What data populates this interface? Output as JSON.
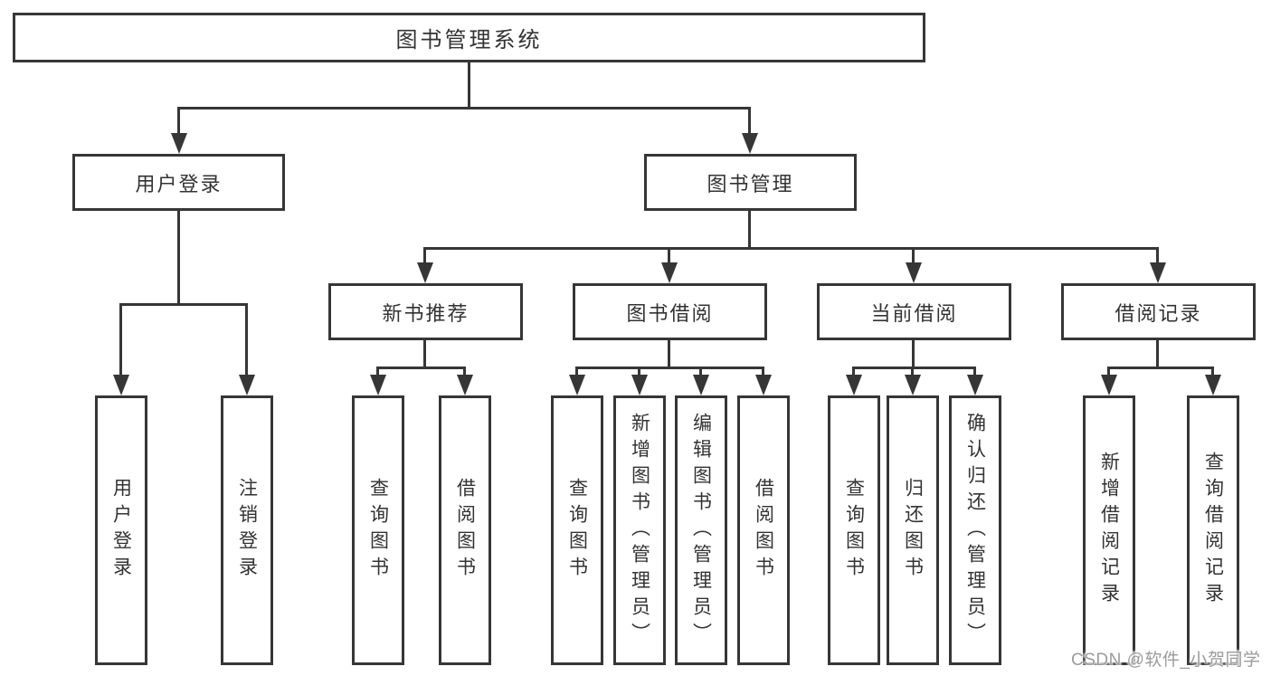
{
  "diagram": {
    "type": "org-tree",
    "line_color": "#363636",
    "box_border_color": "#363636",
    "background_color": "#ffffff",
    "watermark": {
      "text": "CSDN @软件_小贺同学",
      "color": "#9b9b9b"
    },
    "tree": {
      "label": "图书管理系统",
      "children": [
        {
          "label": "用户登录",
          "children": [
            {
              "label": "用户登录"
            },
            {
              "label": "注销登录"
            }
          ]
        },
        {
          "label": "图书管理",
          "children": [
            {
              "label": "新书推荐",
              "children": [
                {
                  "label": "查询图书"
                },
                {
                  "label": "借阅图书"
                }
              ]
            },
            {
              "label": "图书借阅",
              "children": [
                {
                  "label": "查询图书"
                },
                {
                  "label": "新增图书（管理员）"
                },
                {
                  "label": "编辑图书（管理员）"
                },
                {
                  "label": "借阅图书"
                }
              ]
            },
            {
              "label": "当前借阅",
              "children": [
                {
                  "label": "查询图书"
                },
                {
                  "label": "归还图书"
                },
                {
                  "label": "确认归还（管理员）"
                }
              ]
            },
            {
              "label": "借阅记录",
              "children": [
                {
                  "label": "新增借阅记录"
                },
                {
                  "label": "查询借阅记录"
                }
              ]
            }
          ]
        }
      ]
    }
  }
}
